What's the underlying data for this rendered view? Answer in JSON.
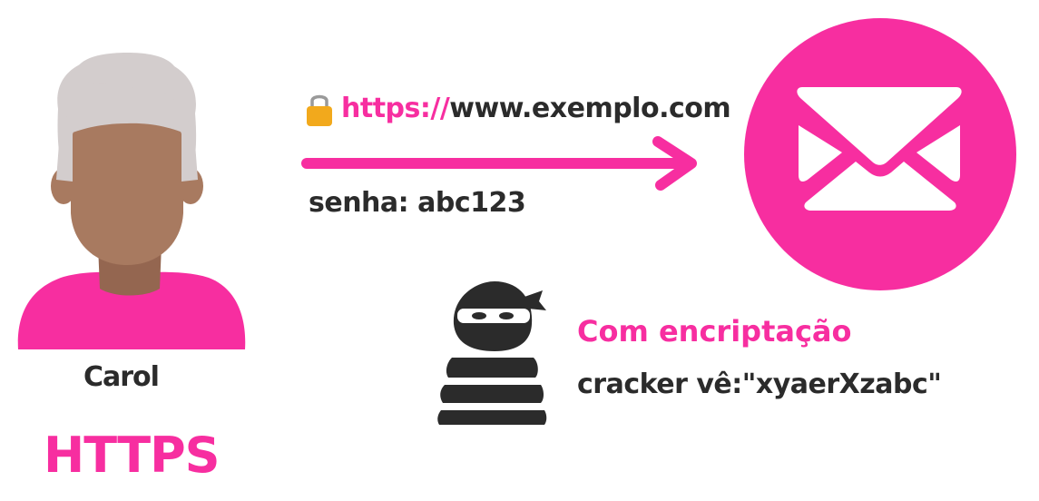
{
  "person": {
    "name": "Carol"
  },
  "protocol": "HTTPS",
  "request": {
    "url_scheme": "https://",
    "url_host": "www.exemplo.com",
    "password_label": "senha:",
    "password_value": "abc123"
  },
  "cracker": {
    "encryption_label": "Com encriptação",
    "sees_label": "cracker vê:",
    "sees_value": "\"xyaerXzabc\""
  },
  "icons": {
    "lock": "lock-icon",
    "mail": "mail-icon",
    "arrow": "arrow-right-icon",
    "person": "person-icon",
    "cracker": "cracker-icon"
  },
  "colors": {
    "accent": "#f72ea0",
    "text": "#2b2b2b",
    "skin": "#a87a60",
    "hair": "#d3cdcd",
    "lock": "#f2a91c"
  }
}
